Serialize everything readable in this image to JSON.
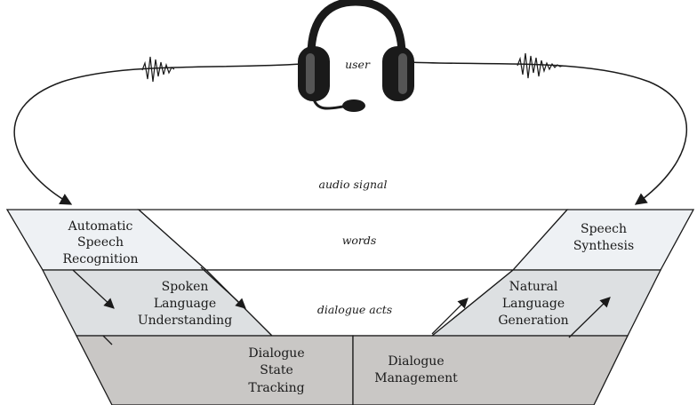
{
  "user_label": "user",
  "channels": {
    "audio": "audio signal",
    "words": "words",
    "acts": "dialogue acts"
  },
  "modules": {
    "asr": [
      "Automatic",
      "Speech",
      "Recognition"
    ],
    "slu": [
      "Spoken",
      "Language",
      "Understanding"
    ],
    "dst": [
      "Dialogue",
      "State",
      "Tracking"
    ],
    "dm": [
      "Dialogue",
      "Management"
    ],
    "nlg": [
      "Natural",
      "Language",
      "Generation"
    ],
    "tts": [
      "Speech",
      "Synthesis"
    ]
  },
  "colors": {
    "ink": "#1a1a1a",
    "light_band": "#eef1f4",
    "mid_band": "#dde0e2",
    "dark_band": "#c9c7c5"
  },
  "icons": [
    "headset-icon",
    "soundwave-icon"
  ]
}
